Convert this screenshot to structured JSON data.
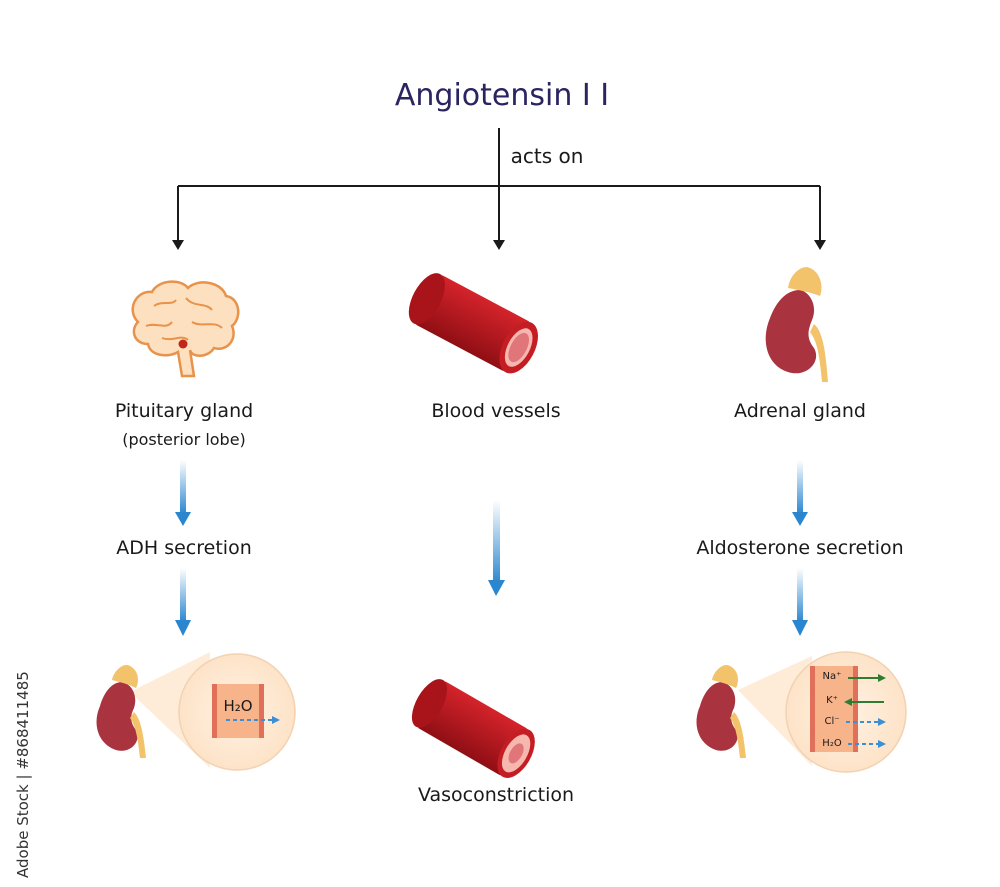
{
  "title": "Angiotensin I I",
  "connector_label": "acts on",
  "targets": {
    "pituitary": {
      "label": "Pituitary gland",
      "sublabel": "(posterior lobe)",
      "effect": "ADH secretion"
    },
    "vessels": {
      "label": "Blood vessels",
      "effect": "Vasoconstriction"
    },
    "adrenal": {
      "label": "Adrenal gland",
      "effect": "Aldosterone secretion"
    }
  },
  "inset_left": {
    "molecule": "H₂O"
  },
  "inset_right": {
    "ions": [
      "Na⁺",
      "K⁺",
      "Cl⁻",
      "H₂O"
    ]
  },
  "watermark": "Adobe Stock | #868411485",
  "colors": {
    "title": "#2a2460",
    "flow_arrow": "#2a86cf",
    "vessel": "#b5161c",
    "kidney": "#a9333f",
    "adrenal_cap": "#f3c36b",
    "brain_fill": "#fde0bf",
    "brain_outline": "#e8924a",
    "ion_arrow_green": "#2e7d32",
    "ion_arrow_blue": "#3a8fd6"
  }
}
